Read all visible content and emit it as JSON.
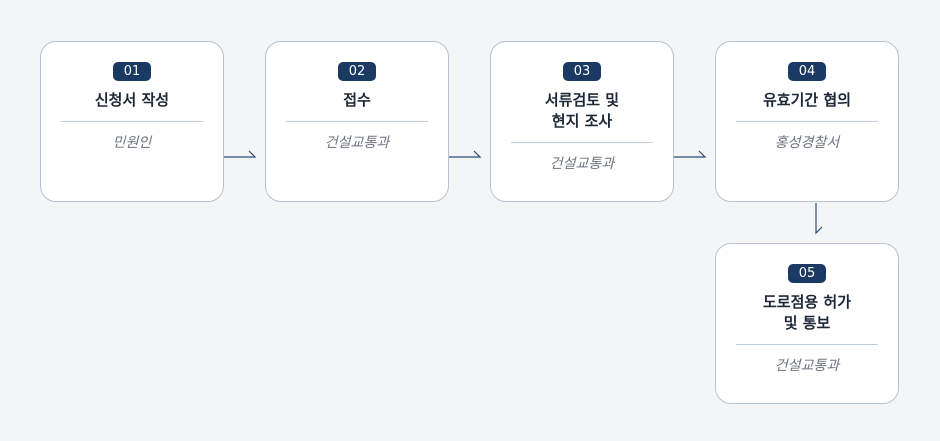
{
  "steps": [
    {
      "number": "01",
      "title": "신청서 작성",
      "dept": "민원인"
    },
    {
      "number": "02",
      "title": "접수",
      "dept": "건설교통과"
    },
    {
      "number": "03",
      "title": "서류검토 및\n현지 조사",
      "dept": "건설교통과"
    },
    {
      "number": "04",
      "title": "유효기간 협의",
      "dept": "홍성경찰서"
    },
    {
      "number": "05",
      "title": "도로점용 허가\n및 통보",
      "dept": "건설교통과"
    }
  ],
  "colors": {
    "badge": "#1b3a63",
    "connector": "#2c4d77",
    "border": "#b7c3d1"
  }
}
